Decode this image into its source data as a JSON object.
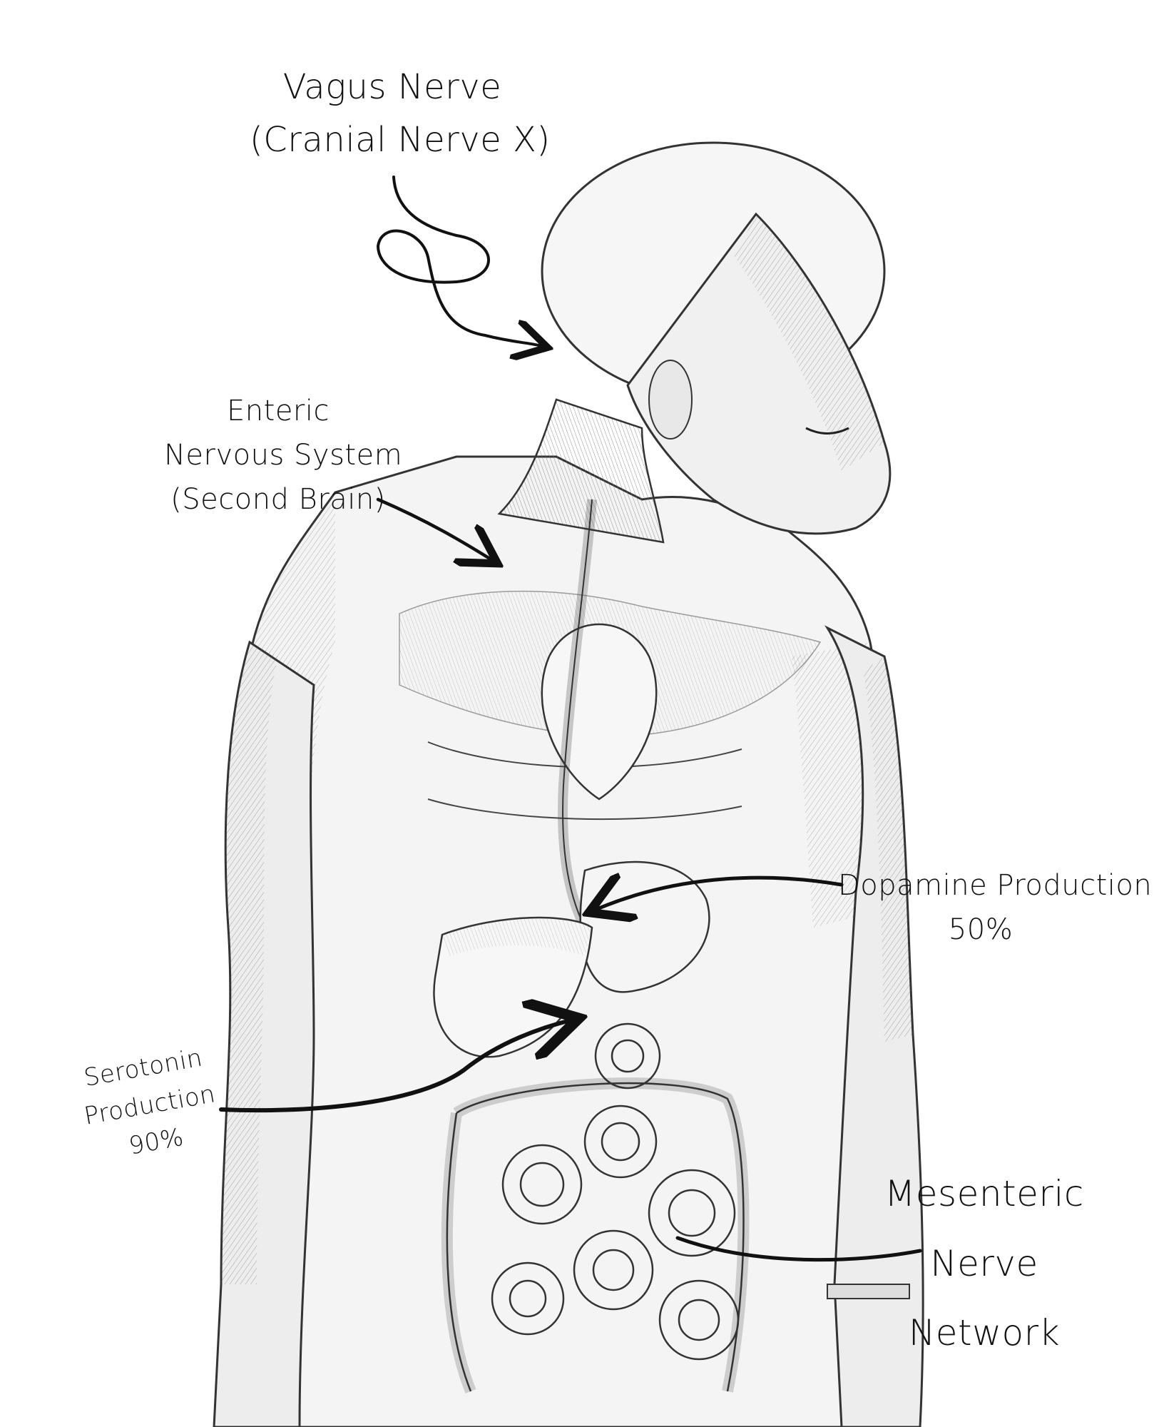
{
  "diagram": {
    "subject": "Human anatomical illustration (torso, head, arms) showing gut-brain axis",
    "labels": {
      "vagus": {
        "line1": "Vagus Nerve",
        "line2": "(Cranial Nerve X)"
      },
      "enteric": {
        "line1": "Enteric",
        "line2": "Nervous System",
        "line3": "(Second Brain)"
      },
      "dopamine": {
        "line1": "Dopamine Production",
        "line2": "50%"
      },
      "serotonin": {
        "line1": "Serotonin",
        "line2": "Production",
        "line3": "90%"
      },
      "mesenteric": {
        "line1": "Mesenteric",
        "line2": "Nerve",
        "line3": "Network"
      }
    },
    "colors": {
      "background": "#ffffff",
      "ink": "#111111",
      "sketch_fill": "#f2f2f2",
      "sketch_stroke": "#333333"
    }
  }
}
